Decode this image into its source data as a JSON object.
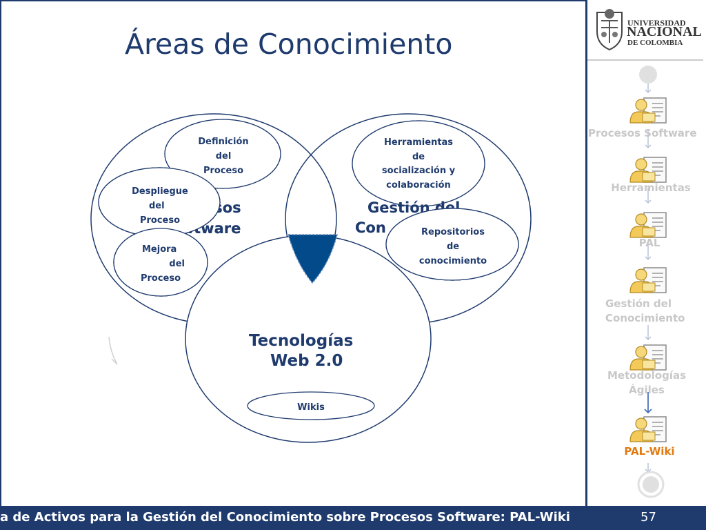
{
  "slide": {
    "title": "Áreas de Conocimiento",
    "footer": "a de Activos para la Gestión del Conocimiento sobre Procesos Software: PAL-Wiki",
    "page_number": "57"
  },
  "logo": {
    "line1": "UNIVERSIDAD",
    "line2": "NACIONAL",
    "line3": "DE COLOMBIA"
  },
  "diagram": {
    "circle_left_line1": "esos",
    "circle_left_line2": "ftware",
    "circle_right_line1": "Gestión del",
    "circle_right_line2": "Con",
    "circle_bottom_line1": "Tecnologías",
    "circle_bottom_line2": "Web 2.0",
    "left_items": [
      {
        "line1": "Definición",
        "line2": "del",
        "line3": "Proceso"
      },
      {
        "line1": "Despliegue",
        "line2": "del",
        "line3": "Proceso"
      },
      {
        "line1": "Mejora",
        "line2": "del",
        "line3": "Proceso"
      }
    ],
    "right_items": [
      {
        "line1": "Herramientas",
        "line2": "de",
        "line3": "socialización y",
        "line4": "colaboración"
      },
      {
        "line1": "Repositorios",
        "line2": "de",
        "line3": "conocimiento"
      }
    ],
    "bottom_items": [
      {
        "label": "Wikis"
      }
    ],
    "center_color": "#034a8a",
    "line_color": "#1f3b6e"
  },
  "nav": {
    "items": [
      {
        "label": "Procesos Software",
        "active": false
      },
      {
        "label": "Herramientas",
        "active": false
      },
      {
        "label": "PAL",
        "active": false
      },
      {
        "label_line1": "Gestión del",
        "label_line2": "Conocimiento",
        "active": false
      },
      {
        "label_line1": "Metodologías",
        "label_line2": "Ágiles",
        "active": false
      },
      {
        "label": "PAL-Wiki",
        "active": true
      }
    ],
    "inactive_color": "#c8c8c8",
    "active_color": "#e07a10"
  }
}
